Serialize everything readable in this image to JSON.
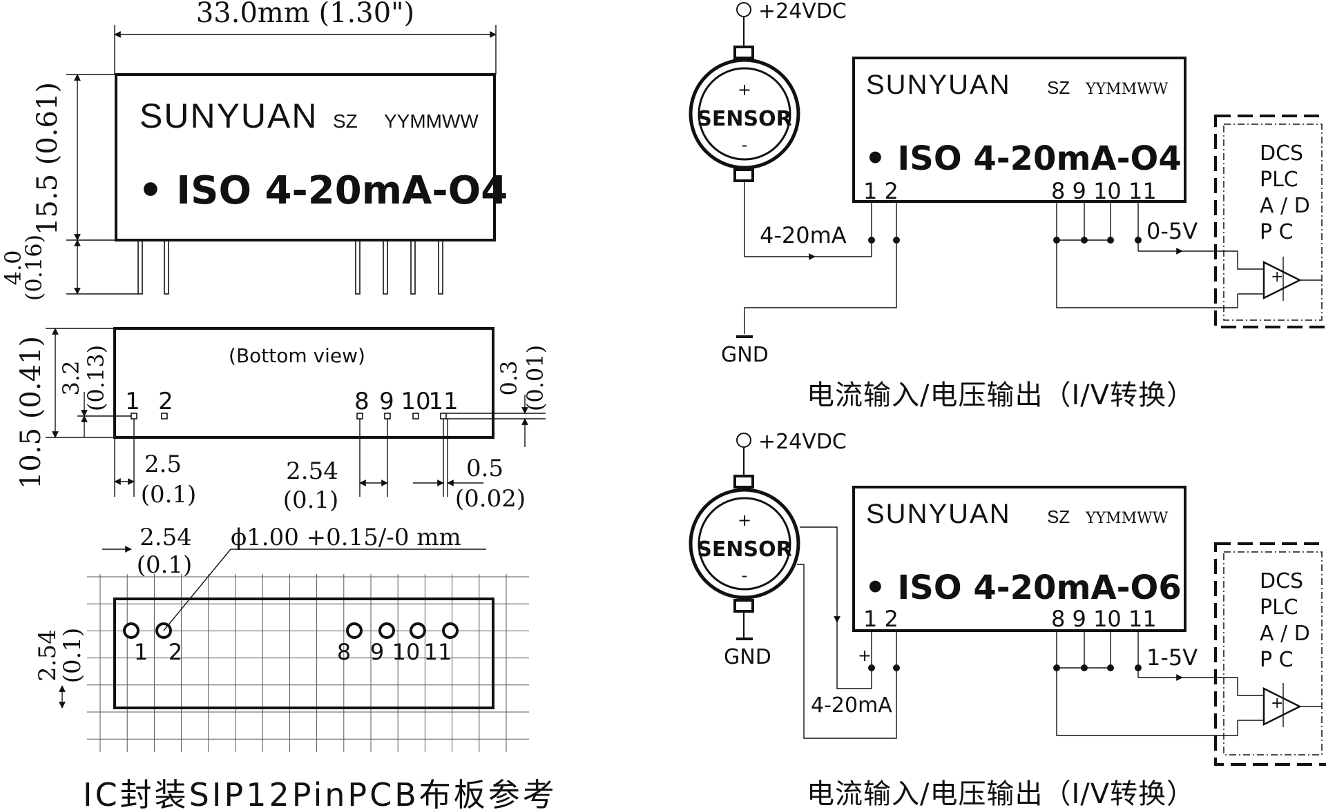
{
  "dims": {
    "width_label": "33.0mm (1.30\")",
    "height_label": "15.5 (0.61)",
    "pin_len_mm": "4.0",
    "pin_len_in": "(0.16)",
    "bottom_height": "10.5 (0.41)",
    "pin_offset_mm": "3.2",
    "pin_offset_in": "(0.13)",
    "edge_mm": "0.3",
    "edge_in": "(0.01)",
    "pitch1_mm": "2.5",
    "pitch1_in": "(0.1)",
    "pitch2_mm": "2.54",
    "pitch2_in": "(0.1)",
    "pad_mm": "0.5",
    "pad_in": "(0.02)",
    "grid_mm": "2.54",
    "grid_in": "(0.1)",
    "grid_v_mm": "2.54",
    "grid_v_in": "(0.1)",
    "hole_label": "ϕ1.00  +0.15/-0  mm"
  },
  "module": {
    "brand": "SUNYUAN",
    "sz": "SZ",
    "date_code": "YYMMWW",
    "model_o4": "• ISO 4-20mA-O4",
    "model_o6": "• ISO 4-20mA-O6"
  },
  "bottom_view": {
    "title": "(Bottom   view)",
    "pins_left": [
      "1",
      "2"
    ],
    "pins_right": [
      "8",
      "9",
      "10",
      "11"
    ]
  },
  "pcb": {
    "pins_left": [
      "1",
      "2"
    ],
    "pins_right": [
      "8",
      "9",
      "10",
      "11"
    ],
    "caption": "IC封装SIP12PinPCB布板参考"
  },
  "circuit1": {
    "supply": "+24VDC",
    "sensor": "SENSOR",
    "plus": "+",
    "minus": "-",
    "gnd": "GND",
    "input": "4-20mA",
    "output": "0-5V",
    "pins": "1  2",
    "pins_out": "8 9 10 11",
    "system": [
      "DCS",
      "PLC",
      "A / D",
      "P   C"
    ],
    "caption": "电流输入/电压输出（I/V转换）"
  },
  "circuit2": {
    "supply": "+24VDC",
    "sensor": "SENSOR",
    "plus": "+",
    "minus": "-",
    "gnd": "GND",
    "loop_plus": "+",
    "input": "4-20mA",
    "output": "1-5V",
    "pins": "1  2",
    "pins_out": "8 9 10 11",
    "system": [
      "DCS",
      "PLC",
      "A / D",
      "P   C"
    ],
    "caption": "电流输入/电压输出（I/V转换）"
  },
  "amp_plus": "+"
}
